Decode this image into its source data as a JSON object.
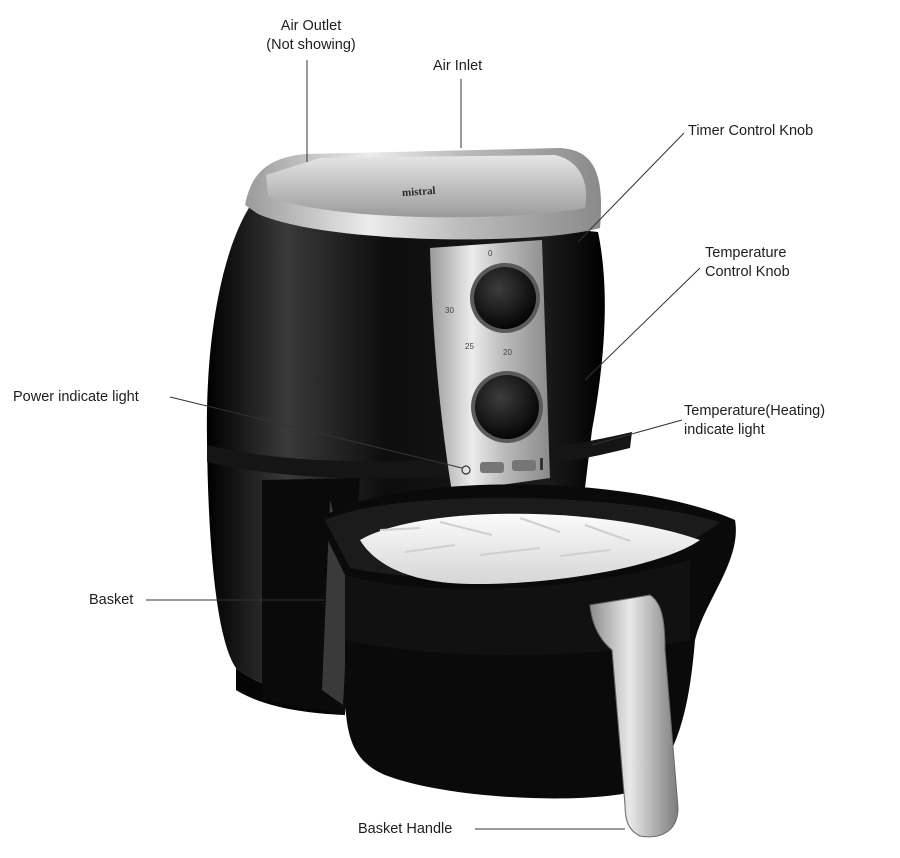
{
  "labels": {
    "air_outlet": [
      "Air Outlet",
      "(Not showing)"
    ],
    "air_inlet": "Air Inlet",
    "timer_knob": "Timer Control Knob",
    "temp_knob": [
      "Temperature",
      "Control Knob"
    ],
    "power_light": "Power indicate light",
    "temp_light": [
      "Temperature(Heating)",
      "indicate light"
    ],
    "basket": "Basket",
    "basket_handle": "Basket Handle"
  },
  "brand": "mistral",
  "dial_marks": [
    "0",
    "30",
    "25",
    "20"
  ],
  "colors": {
    "body": "#0b0b0b",
    "steel": "#b9b9b9",
    "line": "#333333"
  }
}
